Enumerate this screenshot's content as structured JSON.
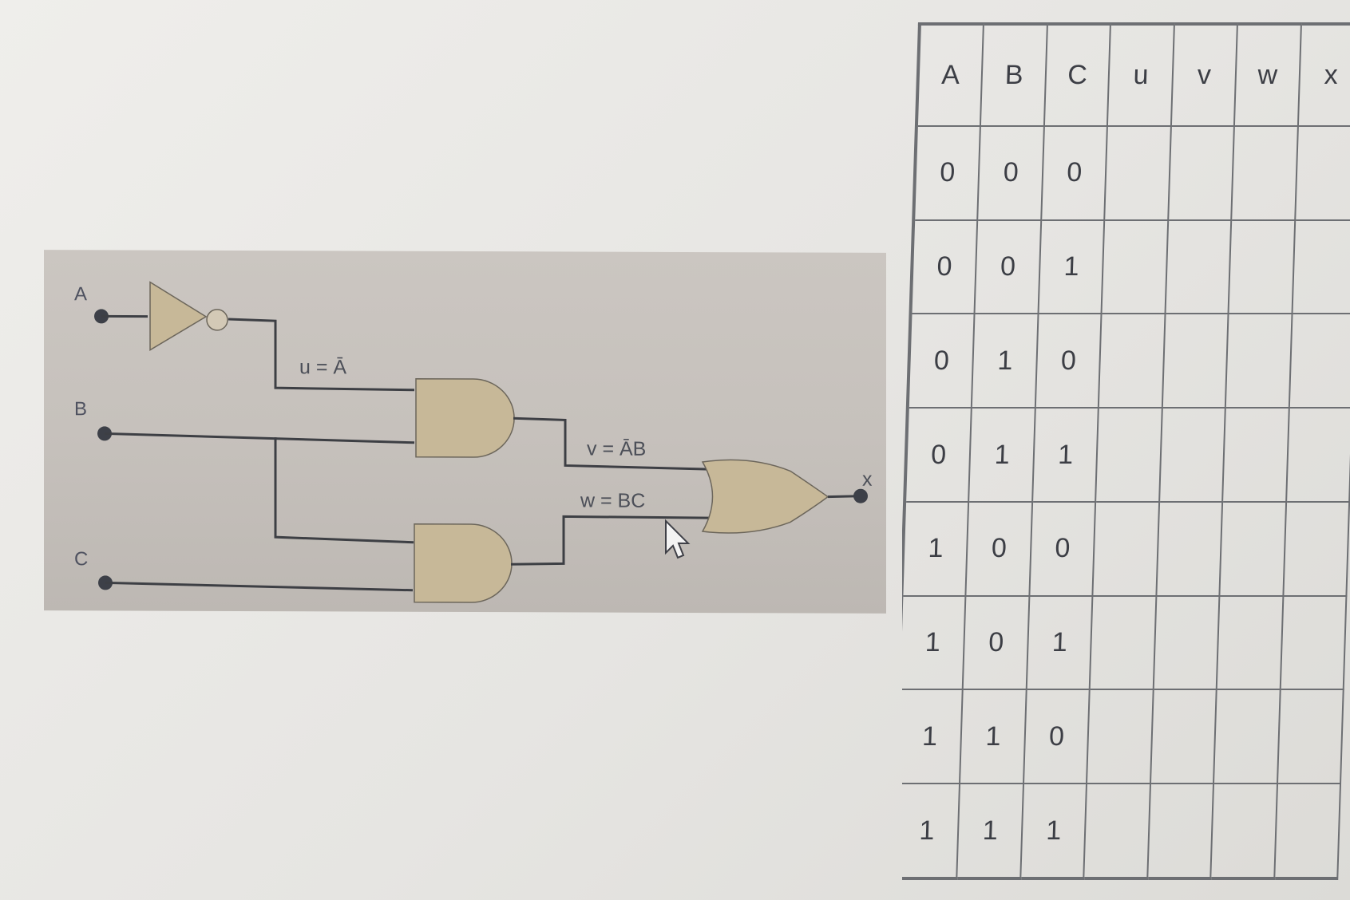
{
  "circuit": {
    "inputs": [
      {
        "label": "A"
      },
      {
        "label": "B"
      },
      {
        "label": "C"
      }
    ],
    "output_label": "x",
    "wire_labels": {
      "u": "u = Ā",
      "v": "v = ĀB",
      "w": "w = BC"
    },
    "colors": {
      "panel": "#c7c2bd",
      "gate_fill": "#c7b898",
      "wire": "#3d3f44"
    },
    "icons": [
      "mouse-cursor-icon"
    ]
  },
  "truth_table": {
    "headers": [
      "A",
      "B",
      "C",
      "u",
      "v",
      "w",
      "x"
    ],
    "rows": [
      [
        "0",
        "0",
        "0",
        "",
        "",
        "",
        ""
      ],
      [
        "0",
        "0",
        "1",
        "",
        "",
        "",
        ""
      ],
      [
        "0",
        "1",
        "0",
        "",
        "",
        "",
        ""
      ],
      [
        "0",
        "1",
        "1",
        "",
        "",
        "",
        ""
      ],
      [
        "1",
        "0",
        "0",
        "",
        "",
        "",
        ""
      ],
      [
        "1",
        "0",
        "1",
        "",
        "",
        "",
        ""
      ],
      [
        "1",
        "1",
        "0",
        "",
        "",
        "",
        ""
      ],
      [
        "1",
        "1",
        "1",
        "",
        "",
        "",
        ""
      ]
    ]
  }
}
